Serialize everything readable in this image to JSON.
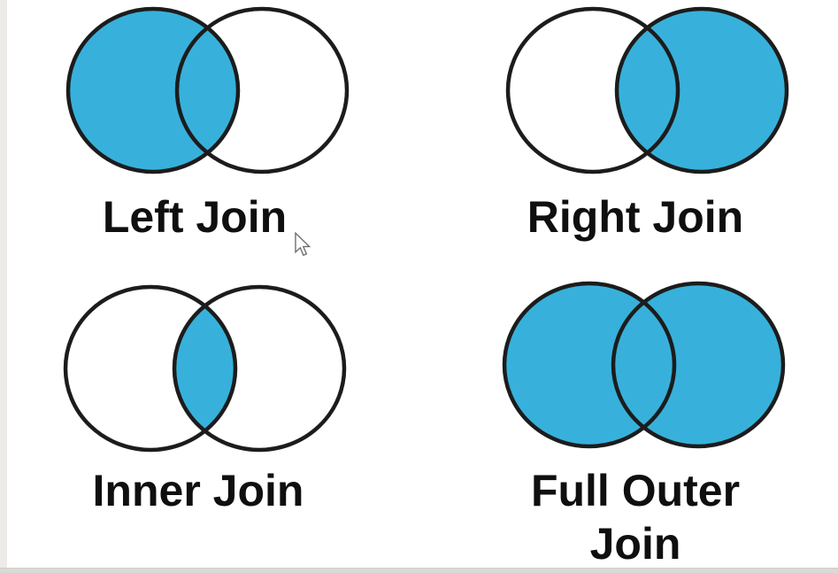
{
  "colors": {
    "venn_fill": "#37b1db",
    "venn_stroke": "#1c1c1c",
    "label_color": "#0f0f0f",
    "left_strip": "#ecebe8",
    "bottom_strip": "#dbd9d6"
  },
  "panels": [
    {
      "id": "left-join",
      "label": "Left Join",
      "left_circle_filled": true,
      "right_circle_filled": false,
      "intersection_filled": true
    },
    {
      "id": "right-join",
      "label": "Right Join",
      "left_circle_filled": false,
      "right_circle_filled": true,
      "intersection_filled": true
    },
    {
      "id": "inner-join",
      "label": "Inner Join",
      "left_circle_filled": false,
      "right_circle_filled": false,
      "intersection_filled": true
    },
    {
      "id": "full-outer-join",
      "label": "Full Outer Join",
      "left_circle_filled": true,
      "right_circle_filled": true,
      "intersection_filled": true
    }
  ],
  "cursor": {
    "icon_name": "mouse-arrow-cursor",
    "visible": true
  }
}
